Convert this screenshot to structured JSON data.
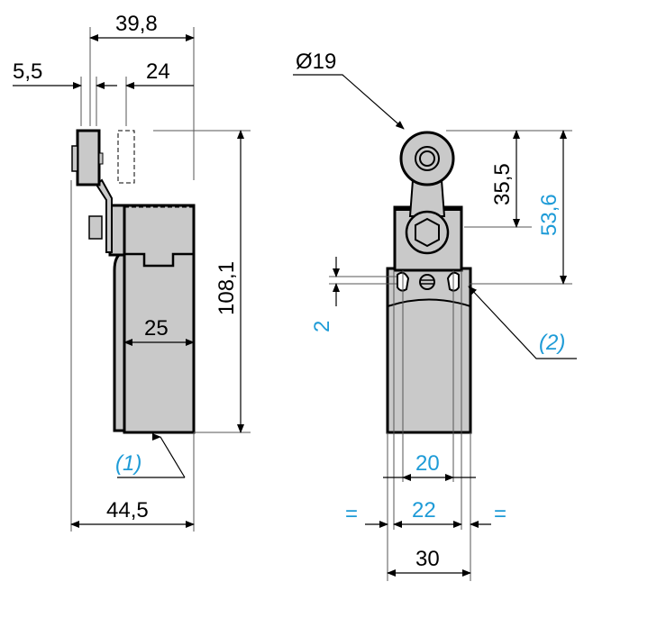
{
  "side_view": {
    "dim_total_width": "39,8",
    "dim_lever_offset": "5,5",
    "dim_roller_travel": "24",
    "dim_height": "108,1",
    "dim_body_width": "25",
    "dim_overall_width": "44,5",
    "note_1": "(1)"
  },
  "front_view": {
    "dim_roller_diameter": "Ø19",
    "dim_roller_to_head": "35,5",
    "dim_roller_to_holes": "53,6",
    "dim_hole_offset": "2",
    "note_2": "(2)",
    "dim_hole_spacing": "20",
    "dim_center_spacing": "22",
    "dim_body_width": "30",
    "equal_left": "=",
    "equal_right": "="
  },
  "colors": {
    "blue": "#1e9bd7",
    "part_fill": "#c9c9c9"
  }
}
